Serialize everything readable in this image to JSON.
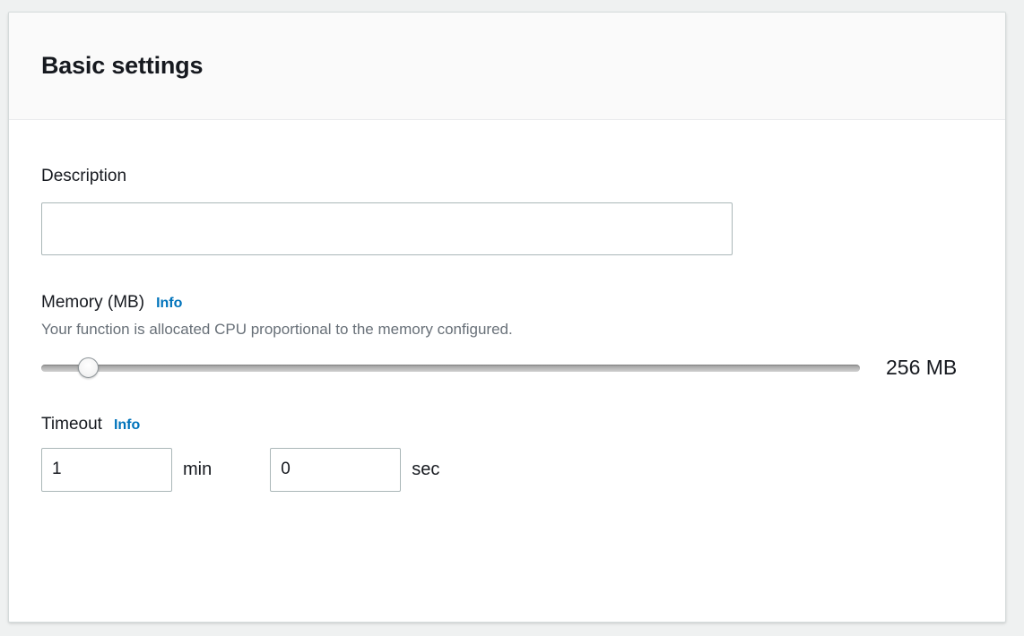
{
  "card": {
    "title": "Basic settings"
  },
  "description": {
    "label": "Description",
    "value": "",
    "placeholder": ""
  },
  "memory": {
    "label": "Memory (MB)",
    "info_label": "Info",
    "help_text": "Your function is allocated CPU proportional to the memory configured.",
    "value_display": "256 MB",
    "value": 256,
    "min": 128,
    "max": 10240,
    "thumb_percent": 5.8
  },
  "timeout": {
    "label": "Timeout",
    "info_label": "Info",
    "minutes_value": "1",
    "minutes_unit": "min",
    "seconds_value": "0",
    "seconds_unit": "sec"
  },
  "colors": {
    "link_blue": "#0073bb",
    "text_dark": "#16191f",
    "text_muted": "#687078",
    "border": "#aab7b8",
    "card_border": "#d5dbdb",
    "header_bg": "#fafafa",
    "page_bg": "#eff1f1"
  }
}
